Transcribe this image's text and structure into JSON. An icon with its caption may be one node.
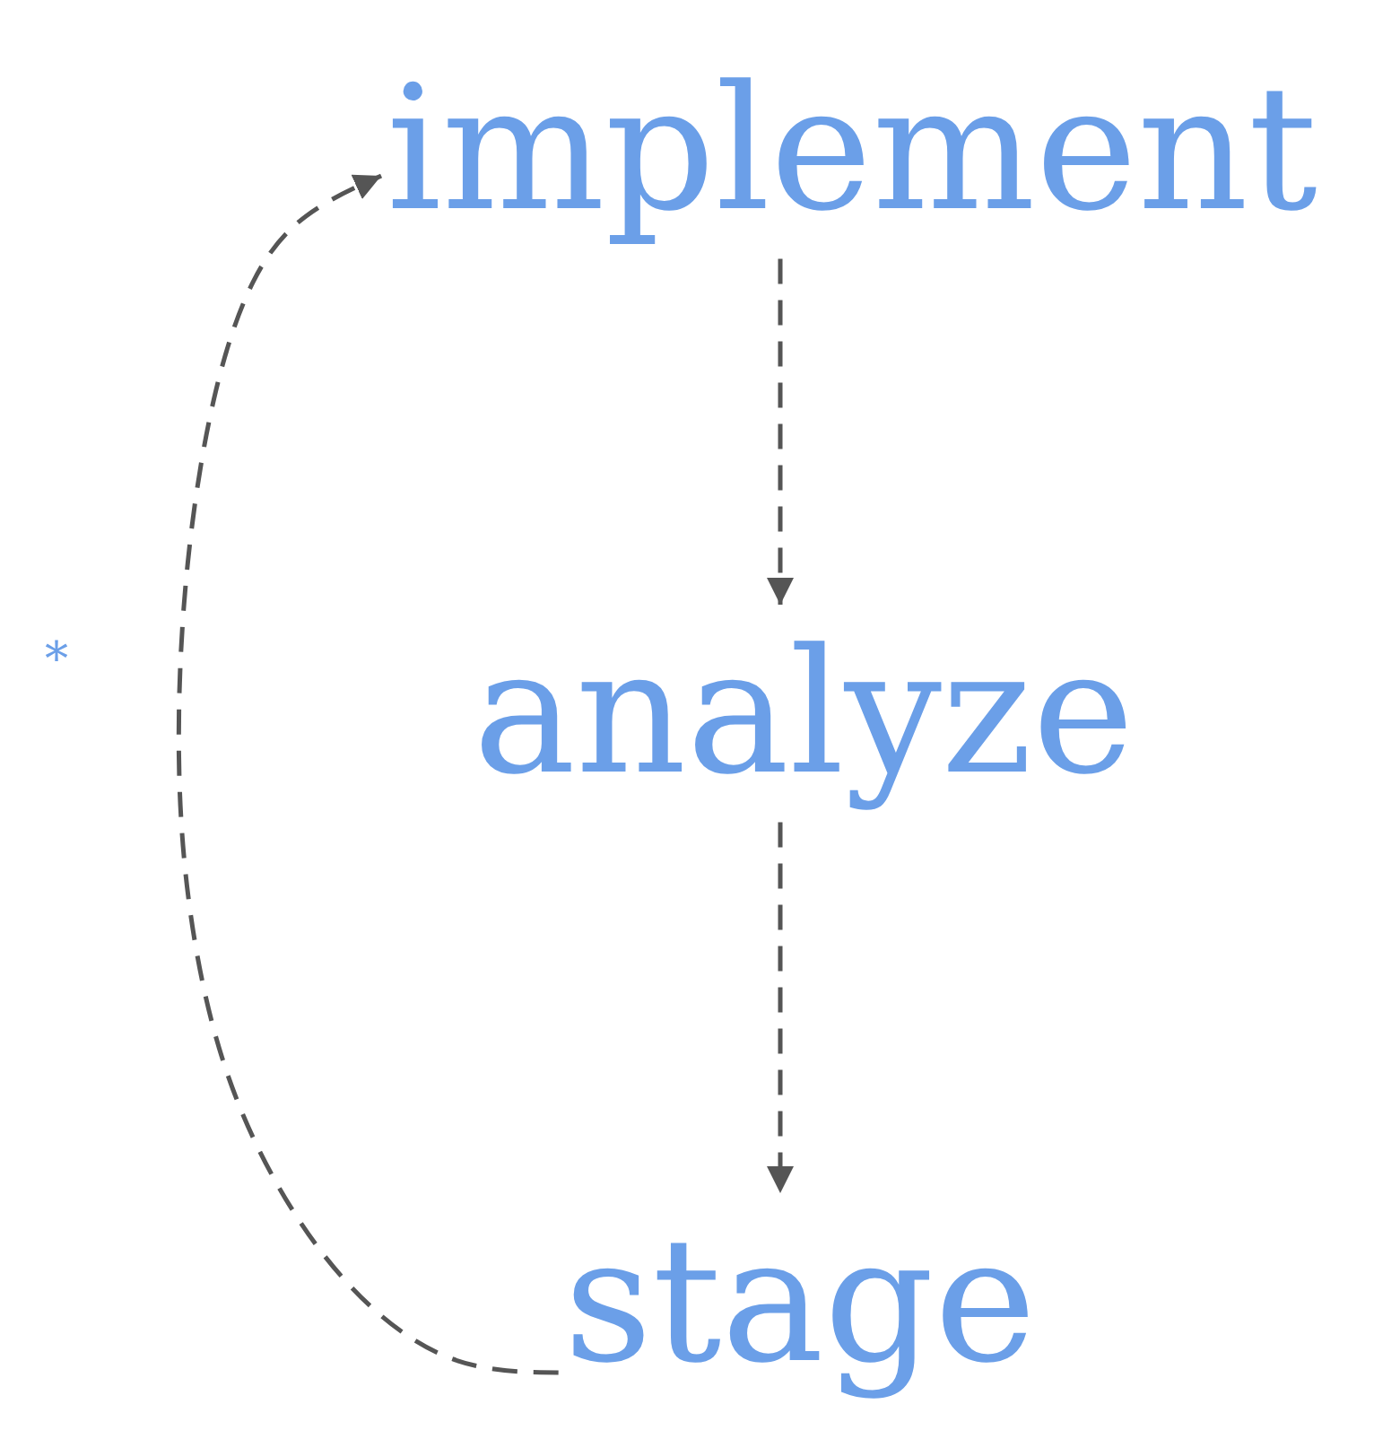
{
  "diagram": {
    "nodes": [
      {
        "text": [
          "implement"
        ]
      },
      {
        "text": [
          "analyze"
        ]
      },
      {
        "text": [
          "stage"
        ]
      }
    ],
    "edges": [
      {
        "from": 0,
        "to": 1,
        "arrow": "to",
        "style": "dashed"
      },
      {
        "from": 1,
        "to": 2,
        "arrow": "to",
        "style": "dashed"
      },
      {
        "from": 2,
        "to": 0,
        "arrow": "to",
        "style": "dashed"
      }
    ],
    "labels": [
      "*"
    ]
  }
}
